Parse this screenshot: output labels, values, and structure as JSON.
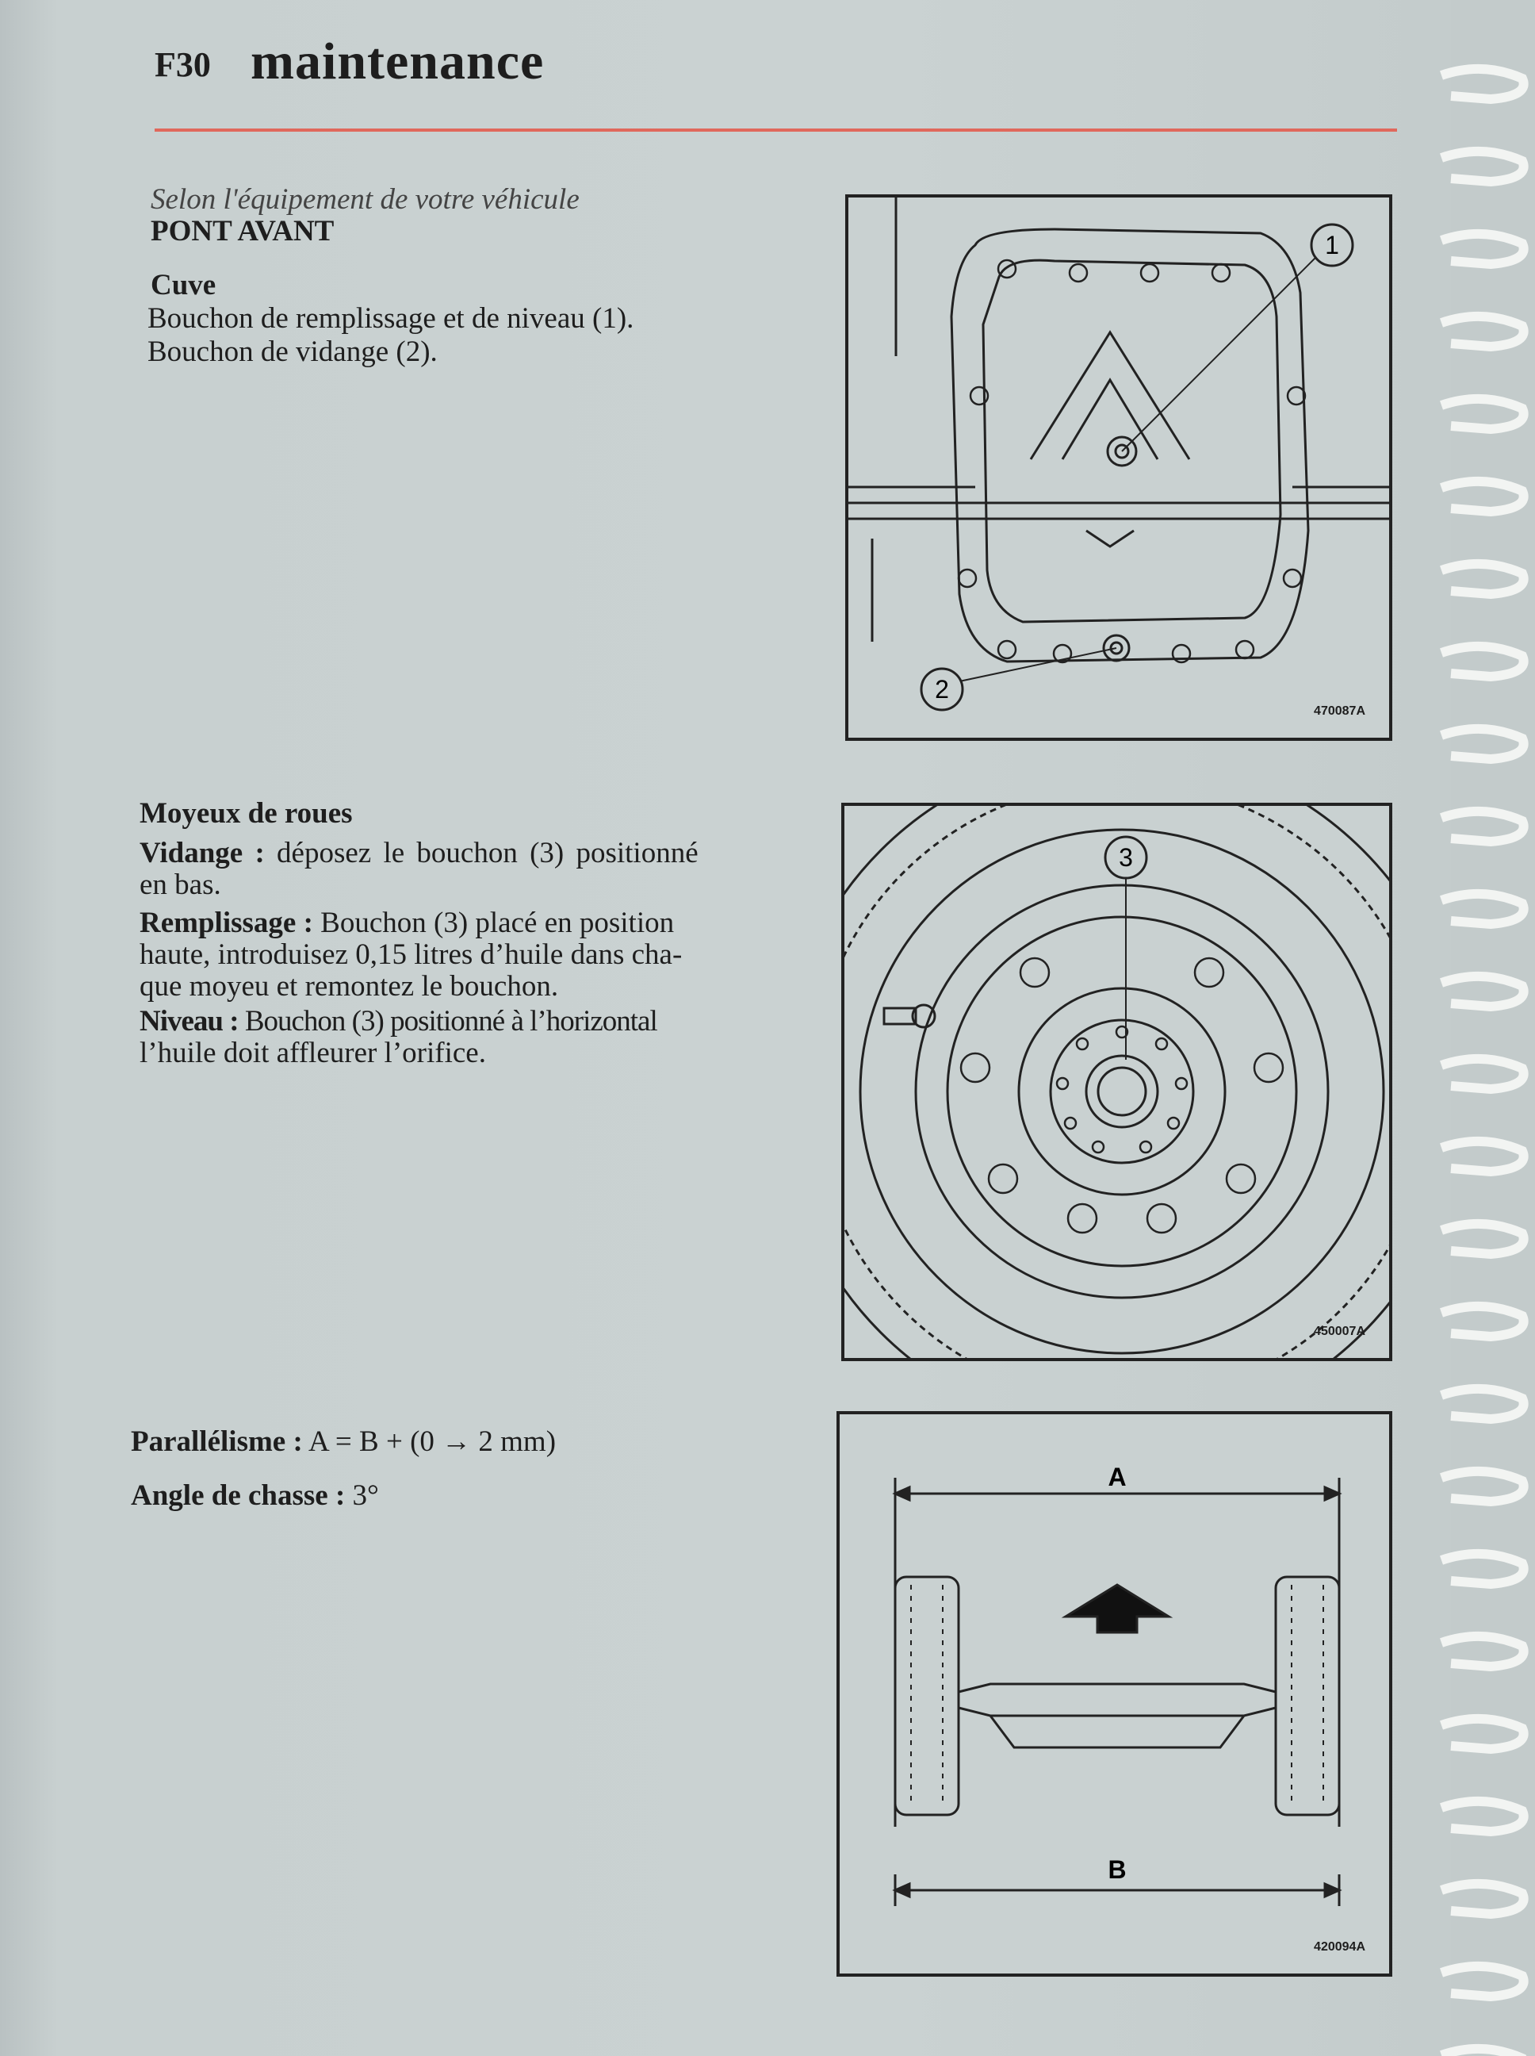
{
  "header": {
    "page_number": "F30",
    "title": "maintenance"
  },
  "section1": {
    "subtitle": "Selon l'équipement de votre véhicule",
    "heading": "PONT AVANT",
    "subheading": "Cuve",
    "lines": [
      "Bouchon de remplissage et de niveau (1).",
      "Bouchon de vidange (2)."
    ]
  },
  "section2": {
    "heading": "Moyeux de roues",
    "vidange_label": "Vidange :",
    "vidange_text_1": " déposez le bouchon (3) positionné",
    "vidange_text_2": "en bas.",
    "remplissage_label": "Remplissage :",
    "remplissage_text_1": " Bouchon (3) placé en position",
    "remplissage_text_2": "haute, introduisez 0,15 litres d’huile dans cha-",
    "remplissage_text_3": "que moyeu et remontez le bouchon.",
    "niveau_label": "Niveau :",
    "niveau_text_1": " Bouchon (3) positionné à l’horizontal",
    "niveau_text_2": "l’huile doit affleurer l’orifice."
  },
  "section3": {
    "parallelisme_label": "Parallélisme :",
    "parallelisme_value": " A = B + (0 → 2 mm)",
    "chasse_label": "Angle de chasse :",
    "chasse_value": " 3°"
  },
  "figures": {
    "fig1": {
      "ref": "470087A",
      "callout1": "1",
      "callout2": "2"
    },
    "fig2": {
      "ref": "450007A",
      "callout3": "3"
    },
    "fig3": {
      "ref": "420094A",
      "label_a": "A",
      "label_b": "B"
    }
  },
  "colors": {
    "rule": "#e0685c",
    "paper": "#c9d1d1"
  }
}
